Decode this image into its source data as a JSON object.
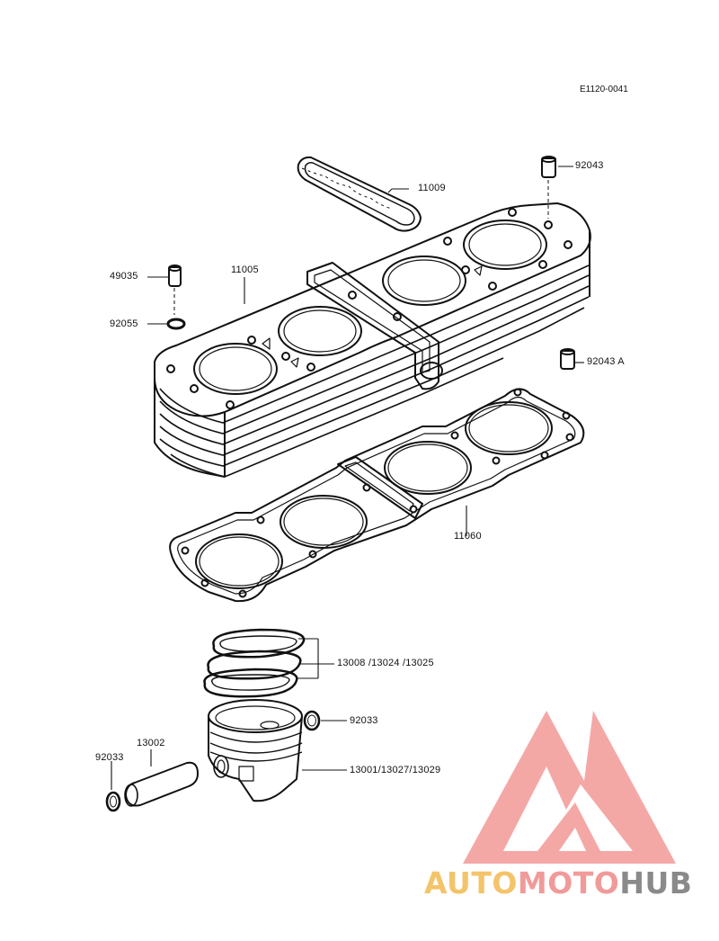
{
  "diagram_code": "E1120-0041",
  "parts": {
    "p11009": "11009",
    "p92043": "92043",
    "p49035": "49035",
    "p11005": "11005",
    "p92055": "92055",
    "p92043a": "92043 A",
    "p11060": "11060",
    "p13008": "13008 /13024 /13025",
    "p92033_right": "92033",
    "p13002": "13002",
    "p92033_left": "92033",
    "p13001": "13001/13027/13029"
  },
  "watermark": {
    "part1": "AUTO",
    "part2": "MOTO",
    "part3": "HUB",
    "color1": "#f4c46a",
    "color2": "#f19a9a",
    "color3": "#8a8a8a",
    "logo_color": "#f39a97"
  }
}
